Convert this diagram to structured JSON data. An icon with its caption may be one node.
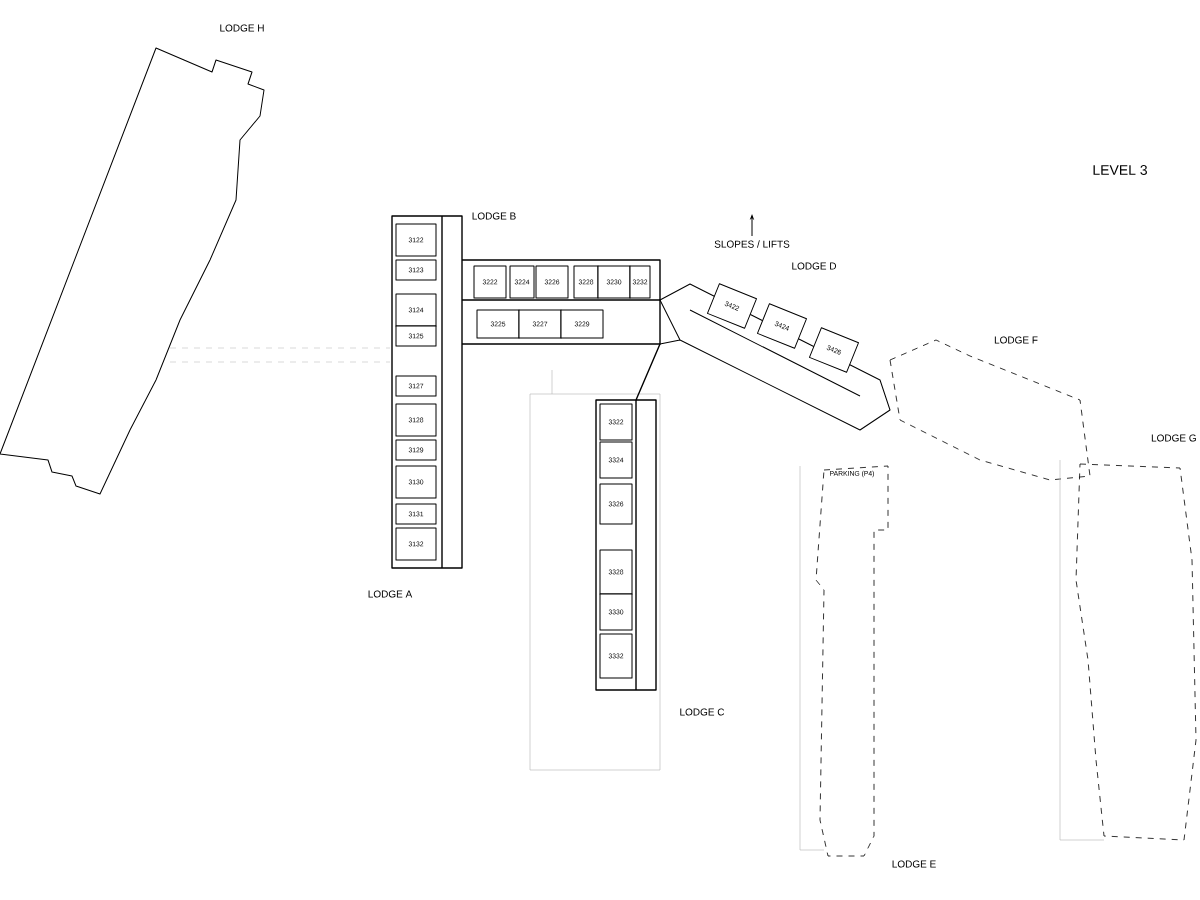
{
  "diagram": {
    "nodes": [
      {
        "text": [
          "3122"
        ]
      },
      {
        "text": [
          "3123"
        ]
      },
      {
        "text": [
          "3124"
        ]
      },
      {
        "text": [
          "3125"
        ]
      },
      {
        "text": [
          "3127"
        ]
      },
      {
        "text": [
          "3128"
        ]
      },
      {
        "text": [
          "3129"
        ]
      },
      {
        "text": [
          "3130"
        ]
      },
      {
        "text": [
          "3131"
        ]
      },
      {
        "text": [
          "3132"
        ]
      },
      {
        "text": [
          "3222"
        ]
      },
      {
        "text": [
          "3224"
        ]
      },
      {
        "text": [
          "3226"
        ]
      },
      {
        "text": [
          "3228"
        ]
      },
      {
        "text": [
          "3230"
        ]
      },
      {
        "text": [
          "3232"
        ]
      },
      {
        "text": [
          "3225"
        ]
      },
      {
        "text": [
          "3227"
        ]
      },
      {
        "text": [
          "3229"
        ]
      },
      {
        "text": [
          "3322"
        ]
      },
      {
        "text": [
          "3324"
        ]
      },
      {
        "text": [
          "3326"
        ]
      },
      {
        "text": [
          "3328"
        ]
      },
      {
        "text": [
          "3330"
        ]
      },
      {
        "text": [
          "3332"
        ]
      },
      {
        "text": [
          "3422"
        ]
      },
      {
        "text": [
          "3424"
        ]
      },
      {
        "text": [
          "3426"
        ]
      }
    ],
    "labels": [
      "LODGE H",
      "LEVEL 3",
      "LODGE B",
      "SLOPES / LIFTS",
      "LODGE D",
      "LODGE F",
      "LODGE G",
      "PARKING (P4)",
      "LODGE A",
      "LODGE C",
      "LODGE E"
    ]
  }
}
